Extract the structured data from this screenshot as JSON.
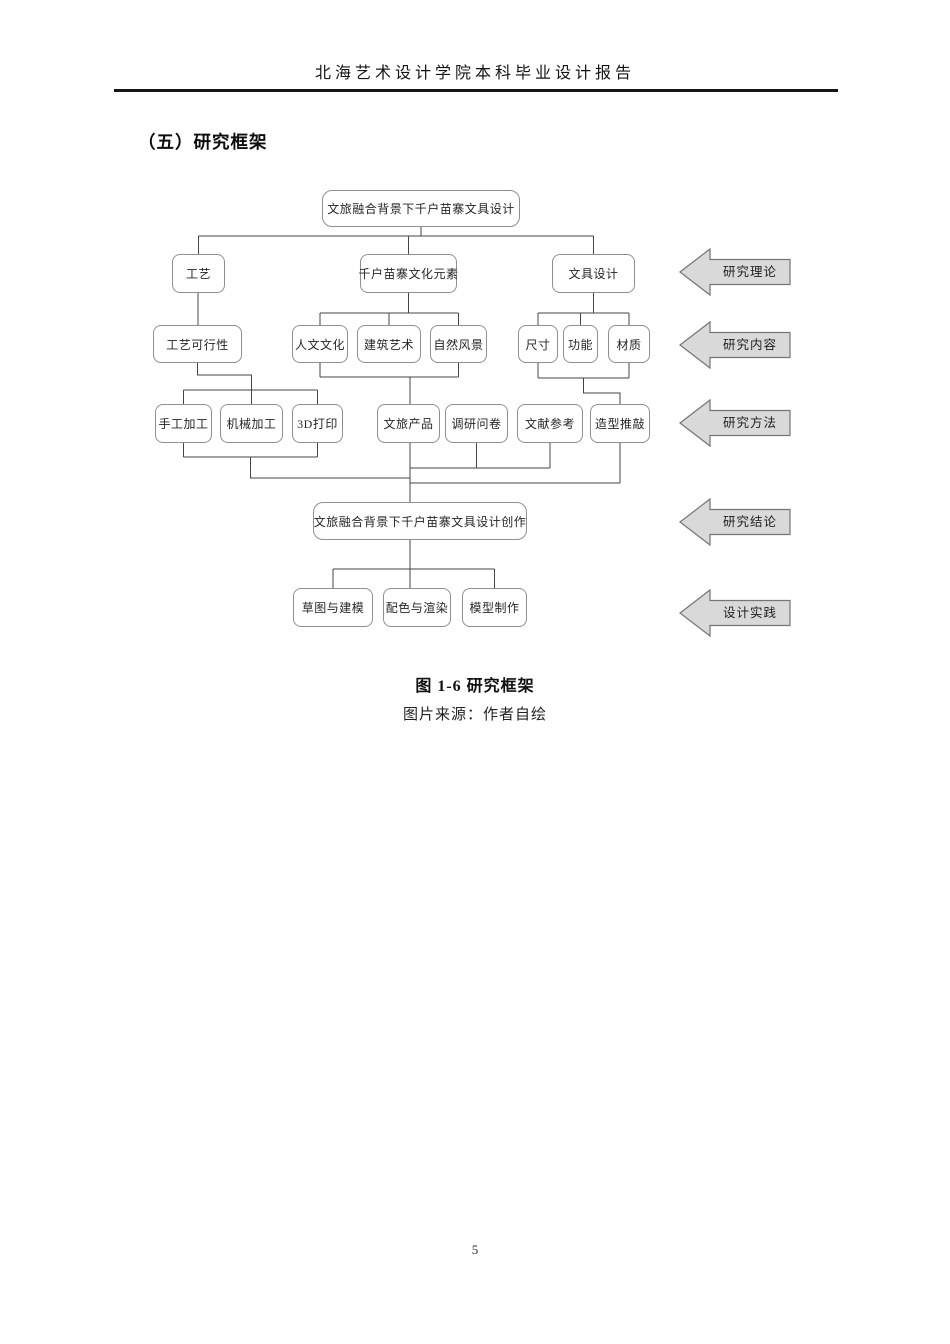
{
  "page": {
    "header_title": "北海艺术设计学院本科毕业设计报告",
    "section_heading": "（五）研究框架",
    "page_number": "5"
  },
  "figure": {
    "caption_title": "图 1-6 研究框架",
    "caption_source": "图片来源：作者自绘"
  },
  "diagram": {
    "nodes": {
      "root": "文旅融合背景下千户苗寨文具设计",
      "craft": "工艺",
      "culture_elements": "千户苗寨文化元素",
      "stationery_design": "文具设计",
      "craft_feasibility": "工艺可行性",
      "humanistic_culture": "人文文化",
      "architectural_art": "建筑艺术",
      "natural_scenery": "自然风景",
      "size": "尺寸",
      "function": "功能",
      "material": "材质",
      "handmade": "手工加工",
      "machining": "机械加工",
      "printing_3d": "3D打印",
      "tourism_product": "文旅产品",
      "survey": "调研问卷",
      "literature": "文献参考",
      "shape_refinement": "造型推敲",
      "creation": "文旅融合背景下千户苗寨文具设计创作",
      "sketch_modeling": "草图与建模",
      "color_rendering": "配色与渲染",
      "model_making": "模型制作"
    },
    "arrows": [
      {
        "label": "研究理论"
      },
      {
        "label": "研究内容"
      },
      {
        "label": "研究方法"
      },
      {
        "label": "研究结论"
      },
      {
        "label": "设计实践"
      }
    ],
    "colors": {
      "arrow_fill": "#d9d9d9",
      "arrow_border": "#757575",
      "box_border": "#8f8f8f",
      "connector": "#444444"
    }
  }
}
